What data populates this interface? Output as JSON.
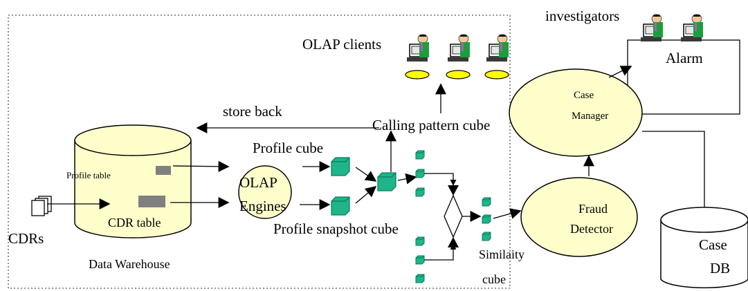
{
  "labels": {
    "investigators": "investigators",
    "olap_clients": "OLAP clients",
    "alarm": "Alarm",
    "case_manager_line1": "Case",
    "case_manager_line2": "Manager",
    "store_back": "store back",
    "calling_pattern_cube": "Calling pattern cube",
    "profile_cube": "Profile cube",
    "profile_table": "Profile table",
    "olap_engines_line1": "OLAP",
    "olap_engines_line2": "Engines",
    "cdr_table": "CDR table",
    "cdrs": "CDRs",
    "data_warehouse": "Data Warehouse",
    "profile_snapshot_cube": "Profile snapshot cube",
    "similarity_cube_line1": "Similaity",
    "similarity_cube_line2": "cube",
    "fraud_detector_line1": "Fraud",
    "fraud_detector_line2": "Detector",
    "case_db_line1": "Case",
    "case_db_line2": "DB"
  },
  "colors": {
    "cylinder_fill": "#ffffcc",
    "ellipse_fill": "#ffffcc",
    "cube_fill": "#1db589",
    "cube_dark": "#0d7a5c",
    "table_block": "#808080",
    "client_base": "#ffff00",
    "person_shirt": "#1a9f3a",
    "person_skin": "#f2c79a"
  },
  "icons": [
    "computer-terminal-icon",
    "person-icon",
    "document-stack-icon",
    "cube-icon",
    "diamond-merge-icon"
  ]
}
